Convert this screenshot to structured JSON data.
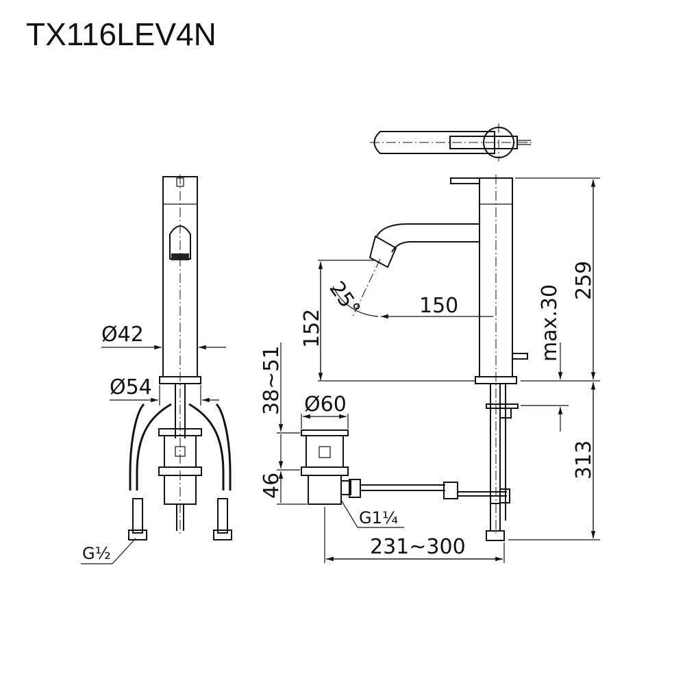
{
  "title": "TX116LEV4N",
  "dimensions": {
    "d42": "Ø42",
    "d54": "Ø54",
    "d60": "Ø60",
    "range_38_51": "38~51",
    "h152": "152",
    "angle": "25°",
    "reach150": "150",
    "max30": "max.30",
    "h259": "259",
    "h313": "313",
    "h46": "46",
    "range_231_300": "231~300",
    "g_half": "G½",
    "g_one_quarter": "G1¼"
  }
}
